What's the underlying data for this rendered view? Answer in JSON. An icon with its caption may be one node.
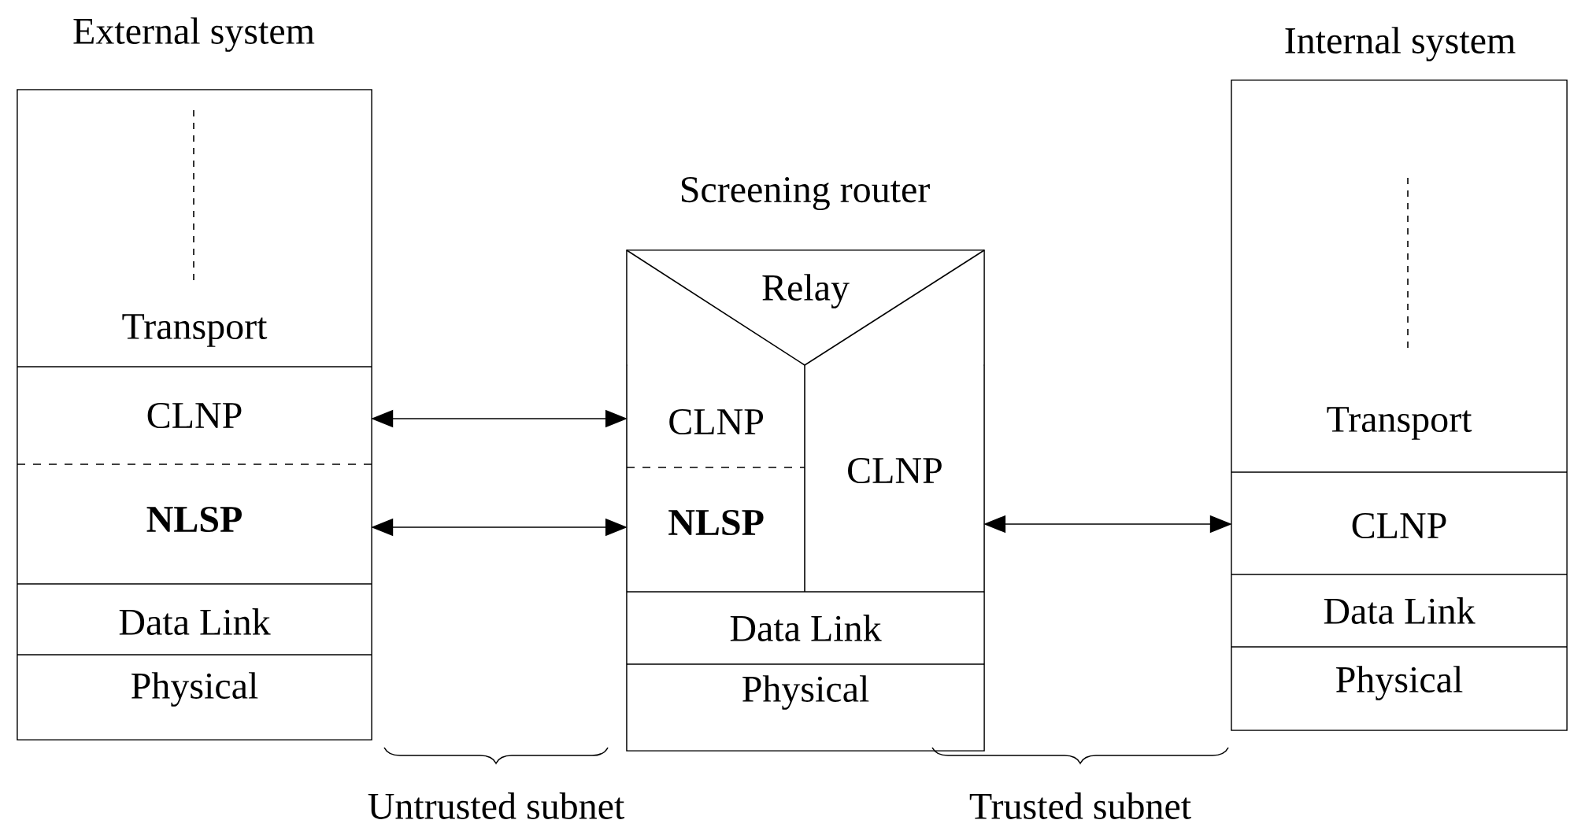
{
  "diagram": {
    "nodes": [
      {
        "text": [
          "External system"
        ]
      },
      {
        "text": [
          "Transport"
        ],
        "in": 0
      },
      {
        "text": [
          "CLNP"
        ],
        "in": 0
      },
      {
        "text": [
          "NLSP"
        ],
        "in": 0
      },
      {
        "text": [
          "Data Link"
        ],
        "in": 0
      },
      {
        "text": [
          "Physical"
        ],
        "in": 0
      },
      {
        "text": [
          "Screening router"
        ]
      },
      {
        "text": [
          "Relay"
        ],
        "in": 6
      },
      {
        "text": [
          "CLNP"
        ],
        "in": 6
      },
      {
        "text": [
          "NLSP"
        ],
        "in": 6
      },
      {
        "text": [
          "CLNP"
        ],
        "in": 6
      },
      {
        "text": [
          "Data Link"
        ],
        "in": 6
      },
      {
        "text": [
          "Physical"
        ],
        "in": 6
      },
      {
        "text": [
          "Internal system"
        ]
      },
      {
        "text": [
          "Transport"
        ],
        "in": 13
      },
      {
        "text": [
          "CLNP"
        ],
        "in": 13
      },
      {
        "text": [
          "Data Link"
        ],
        "in": 13
      },
      {
        "text": [
          "Physical"
        ],
        "in": 13
      }
    ],
    "edges": [
      {
        "from": 2,
        "to": 8,
        "arrow": "both"
      },
      {
        "from": 3,
        "to": 9,
        "arrow": "both"
      },
      {
        "from": 10,
        "to": 15,
        "arrow": "both"
      }
    ],
    "labels": [
      "Untrusted subnet",
      "Trusted subnet"
    ]
  }
}
